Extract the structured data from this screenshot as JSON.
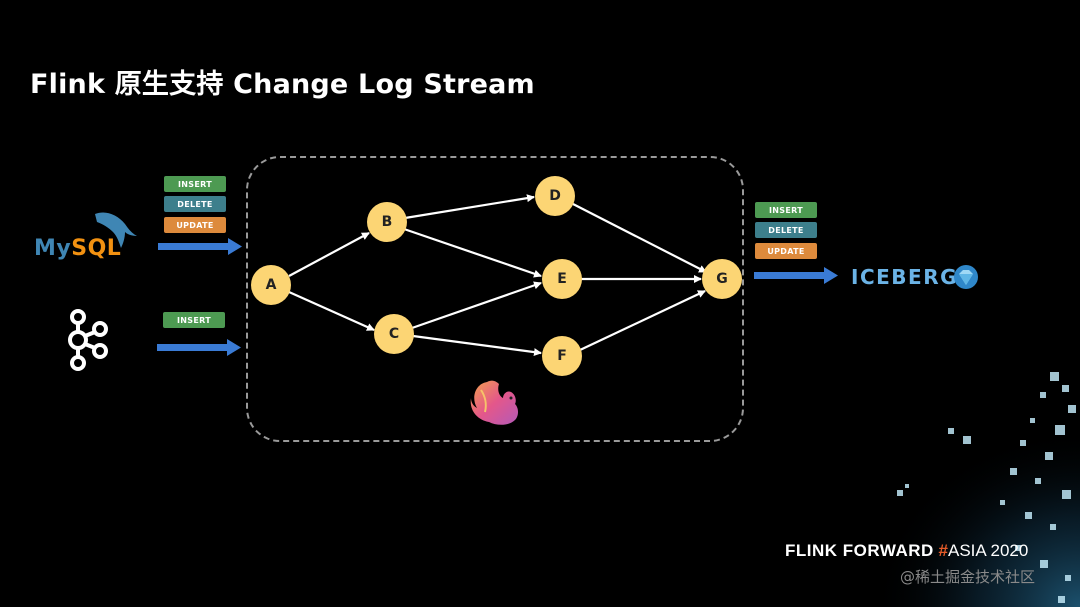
{
  "title": "Flink 原生支持 Change Log Stream",
  "sources": {
    "mysql": {
      "logo_text_my": "My",
      "logo_text_sql": "SQL",
      "tags": [
        "INSERT",
        "DELETE",
        "UPDATE"
      ]
    },
    "kafka": {
      "tags": [
        "INSERT"
      ]
    }
  },
  "pipeline": {
    "nodes": [
      "A",
      "B",
      "C",
      "D",
      "E",
      "F",
      "G"
    ],
    "edges": [
      [
        "A",
        "B"
      ],
      [
        "A",
        "C"
      ],
      [
        "B",
        "D"
      ],
      [
        "B",
        "E"
      ],
      [
        "C",
        "E"
      ],
      [
        "C",
        "F"
      ],
      [
        "D",
        "G"
      ],
      [
        "E",
        "G"
      ],
      [
        "F",
        "G"
      ]
    ]
  },
  "sink": {
    "name": "ICEBERG",
    "tags": [
      "INSERT",
      "DELETE",
      "UPDATE"
    ]
  },
  "footer": {
    "brand_bold": "FLINK FORWARD",
    "brand_hash": "#",
    "brand_light": "ASIA 2020",
    "watermark": "@稀土掘金技术社区"
  },
  "colors": {
    "node": "#fcd574",
    "arrow": "#3a7bd5",
    "insert": "#4d9a52",
    "delete": "#3d7f8c",
    "update": "#dd8a3c",
    "hash": "#e45b29"
  },
  "icons": [
    "mysql-dolphin-icon",
    "kafka-icon",
    "flink-squirrel-icon",
    "iceberg-gem-icon"
  ]
}
